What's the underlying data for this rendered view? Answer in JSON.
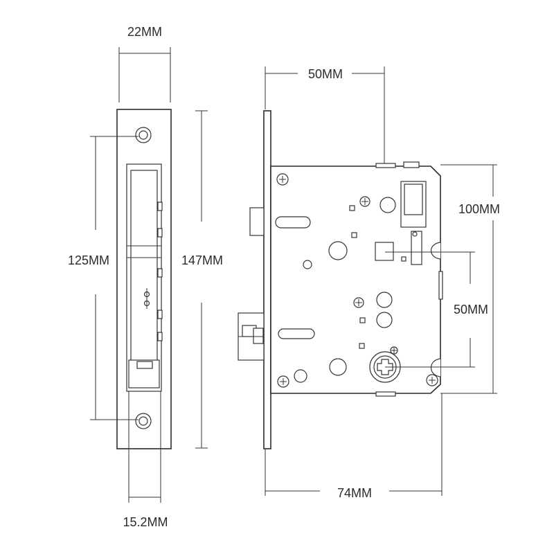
{
  "dimensions": {
    "faceplate_width": "22MM",
    "lower_width": "15.2MM",
    "screw_spacing": "125MM",
    "faceplate_height": "147MM",
    "backset": "50MM",
    "case_height": "100MM",
    "center_distance": "50MM",
    "case_depth": "74MM"
  },
  "icons": {
    "screw": "screw-icon",
    "spindle": "spindle-hub-icon"
  },
  "colors": {
    "line": "#333333",
    "background": "#ffffff"
  }
}
